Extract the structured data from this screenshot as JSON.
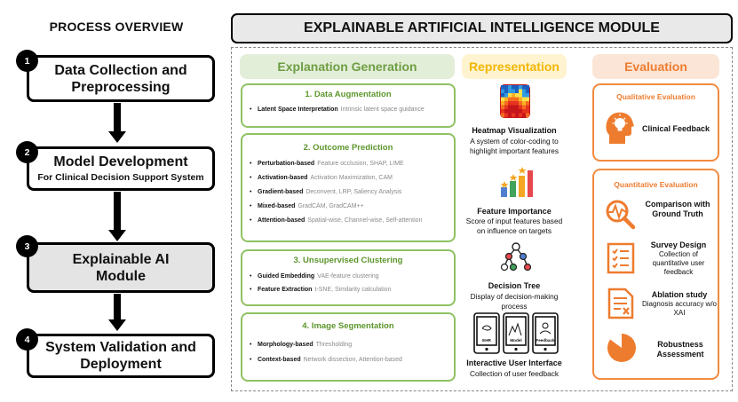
{
  "process": {
    "title": "PROCESS OVERVIEW",
    "steps": [
      {
        "num": "1",
        "title": "Data Collection and Preprocessing",
        "subtitle": ""
      },
      {
        "num": "2",
        "title": "Model Development",
        "subtitle": "For Clinical Decision Support System"
      },
      {
        "num": "3",
        "title": "Explainable AI Module",
        "subtitle": ""
      },
      {
        "num": "4",
        "title": "System Validation and Deployment",
        "subtitle": ""
      }
    ]
  },
  "module": {
    "title": "EXPLAINABLE ARTIFICIAL INTELLIGENCE MODULE",
    "columns": {
      "generation": "Explanation Generation",
      "representation": "Representation",
      "evaluation": "Evaluation"
    }
  },
  "generation": [
    {
      "title": "1. Data Augmentation",
      "items": [
        {
          "name": "Latent Space Interpretation",
          "desc": "Intrinsic latent space guidance"
        }
      ]
    },
    {
      "title": "2. Outcome Prediction",
      "items": [
        {
          "name": "Perturbation-based",
          "desc": "Feature occlusion, SHAP, LIME"
        },
        {
          "name": "Activation-based",
          "desc": "Activation Maximization, CAM"
        },
        {
          "name": "Gradient-based",
          "desc": "Deconvent, LRP, Saliency Analysis"
        },
        {
          "name": "Mixed-based",
          "desc": "GradCAM, GradCAM++"
        },
        {
          "name": "Attention-based",
          "desc": "Spatial-wise, Channel-wise, Self-attention"
        }
      ]
    },
    {
      "title": "3. Unsupervised Clustering",
      "items": [
        {
          "name": "Guided Embedding",
          "desc": "VAE-feature clustering"
        },
        {
          "name": "Feature Extraction",
          "desc": "t-SNE, Similarity calculation"
        }
      ]
    },
    {
      "title": "4. Image Segmentation",
      "items": [
        {
          "name": "Morphology-based",
          "desc": "Thresholding"
        },
        {
          "name": "Context-based",
          "desc": "Network dissection, Attention-based"
        }
      ]
    }
  ],
  "representation": [
    {
      "name": "Heatmap Visualization",
      "desc": "A system of color-coding to highlight important features",
      "icon": "heatmap-icon"
    },
    {
      "name": "Feature Importance",
      "desc": "Score of input features based on influence on targets",
      "icon": "bar-chart-stars-icon"
    },
    {
      "name": "Decision Tree",
      "desc": "Display of decision-making process",
      "icon": "tree-icon"
    },
    {
      "name": "Interactive User Interface",
      "desc": "Collection of user feedback",
      "icon": "tablet-screens-icon",
      "screens": [
        "EHR",
        "Model",
        "Feedback"
      ]
    }
  ],
  "evaluation": {
    "qualitative": {
      "title": "Qualitative Evaluation",
      "items": [
        {
          "name": "Clinical Feedback",
          "desc": "",
          "icon": "head-bulb-icon"
        }
      ]
    },
    "quantitative": {
      "title": "Quantitative Evaluation",
      "items": [
        {
          "name": "Comparison with Ground Truth",
          "desc": "",
          "icon": "magnifier-pulse-icon"
        },
        {
          "name": "Survey Design",
          "desc": "Collection of quantitative user feedback",
          "icon": "checklist-icon"
        },
        {
          "name": "Ablation study",
          "desc": "Diagnosis accuracy w/o XAI",
          "icon": "document-x-icon"
        },
        {
          "name": "Robustness Assessment",
          "desc": "",
          "icon": "pie-icon"
        }
      ]
    }
  },
  "colors": {
    "green": "#8fc263",
    "yellow": "#f2b705",
    "orange": "#ee7c2f",
    "grey": "#e4e4e4"
  }
}
